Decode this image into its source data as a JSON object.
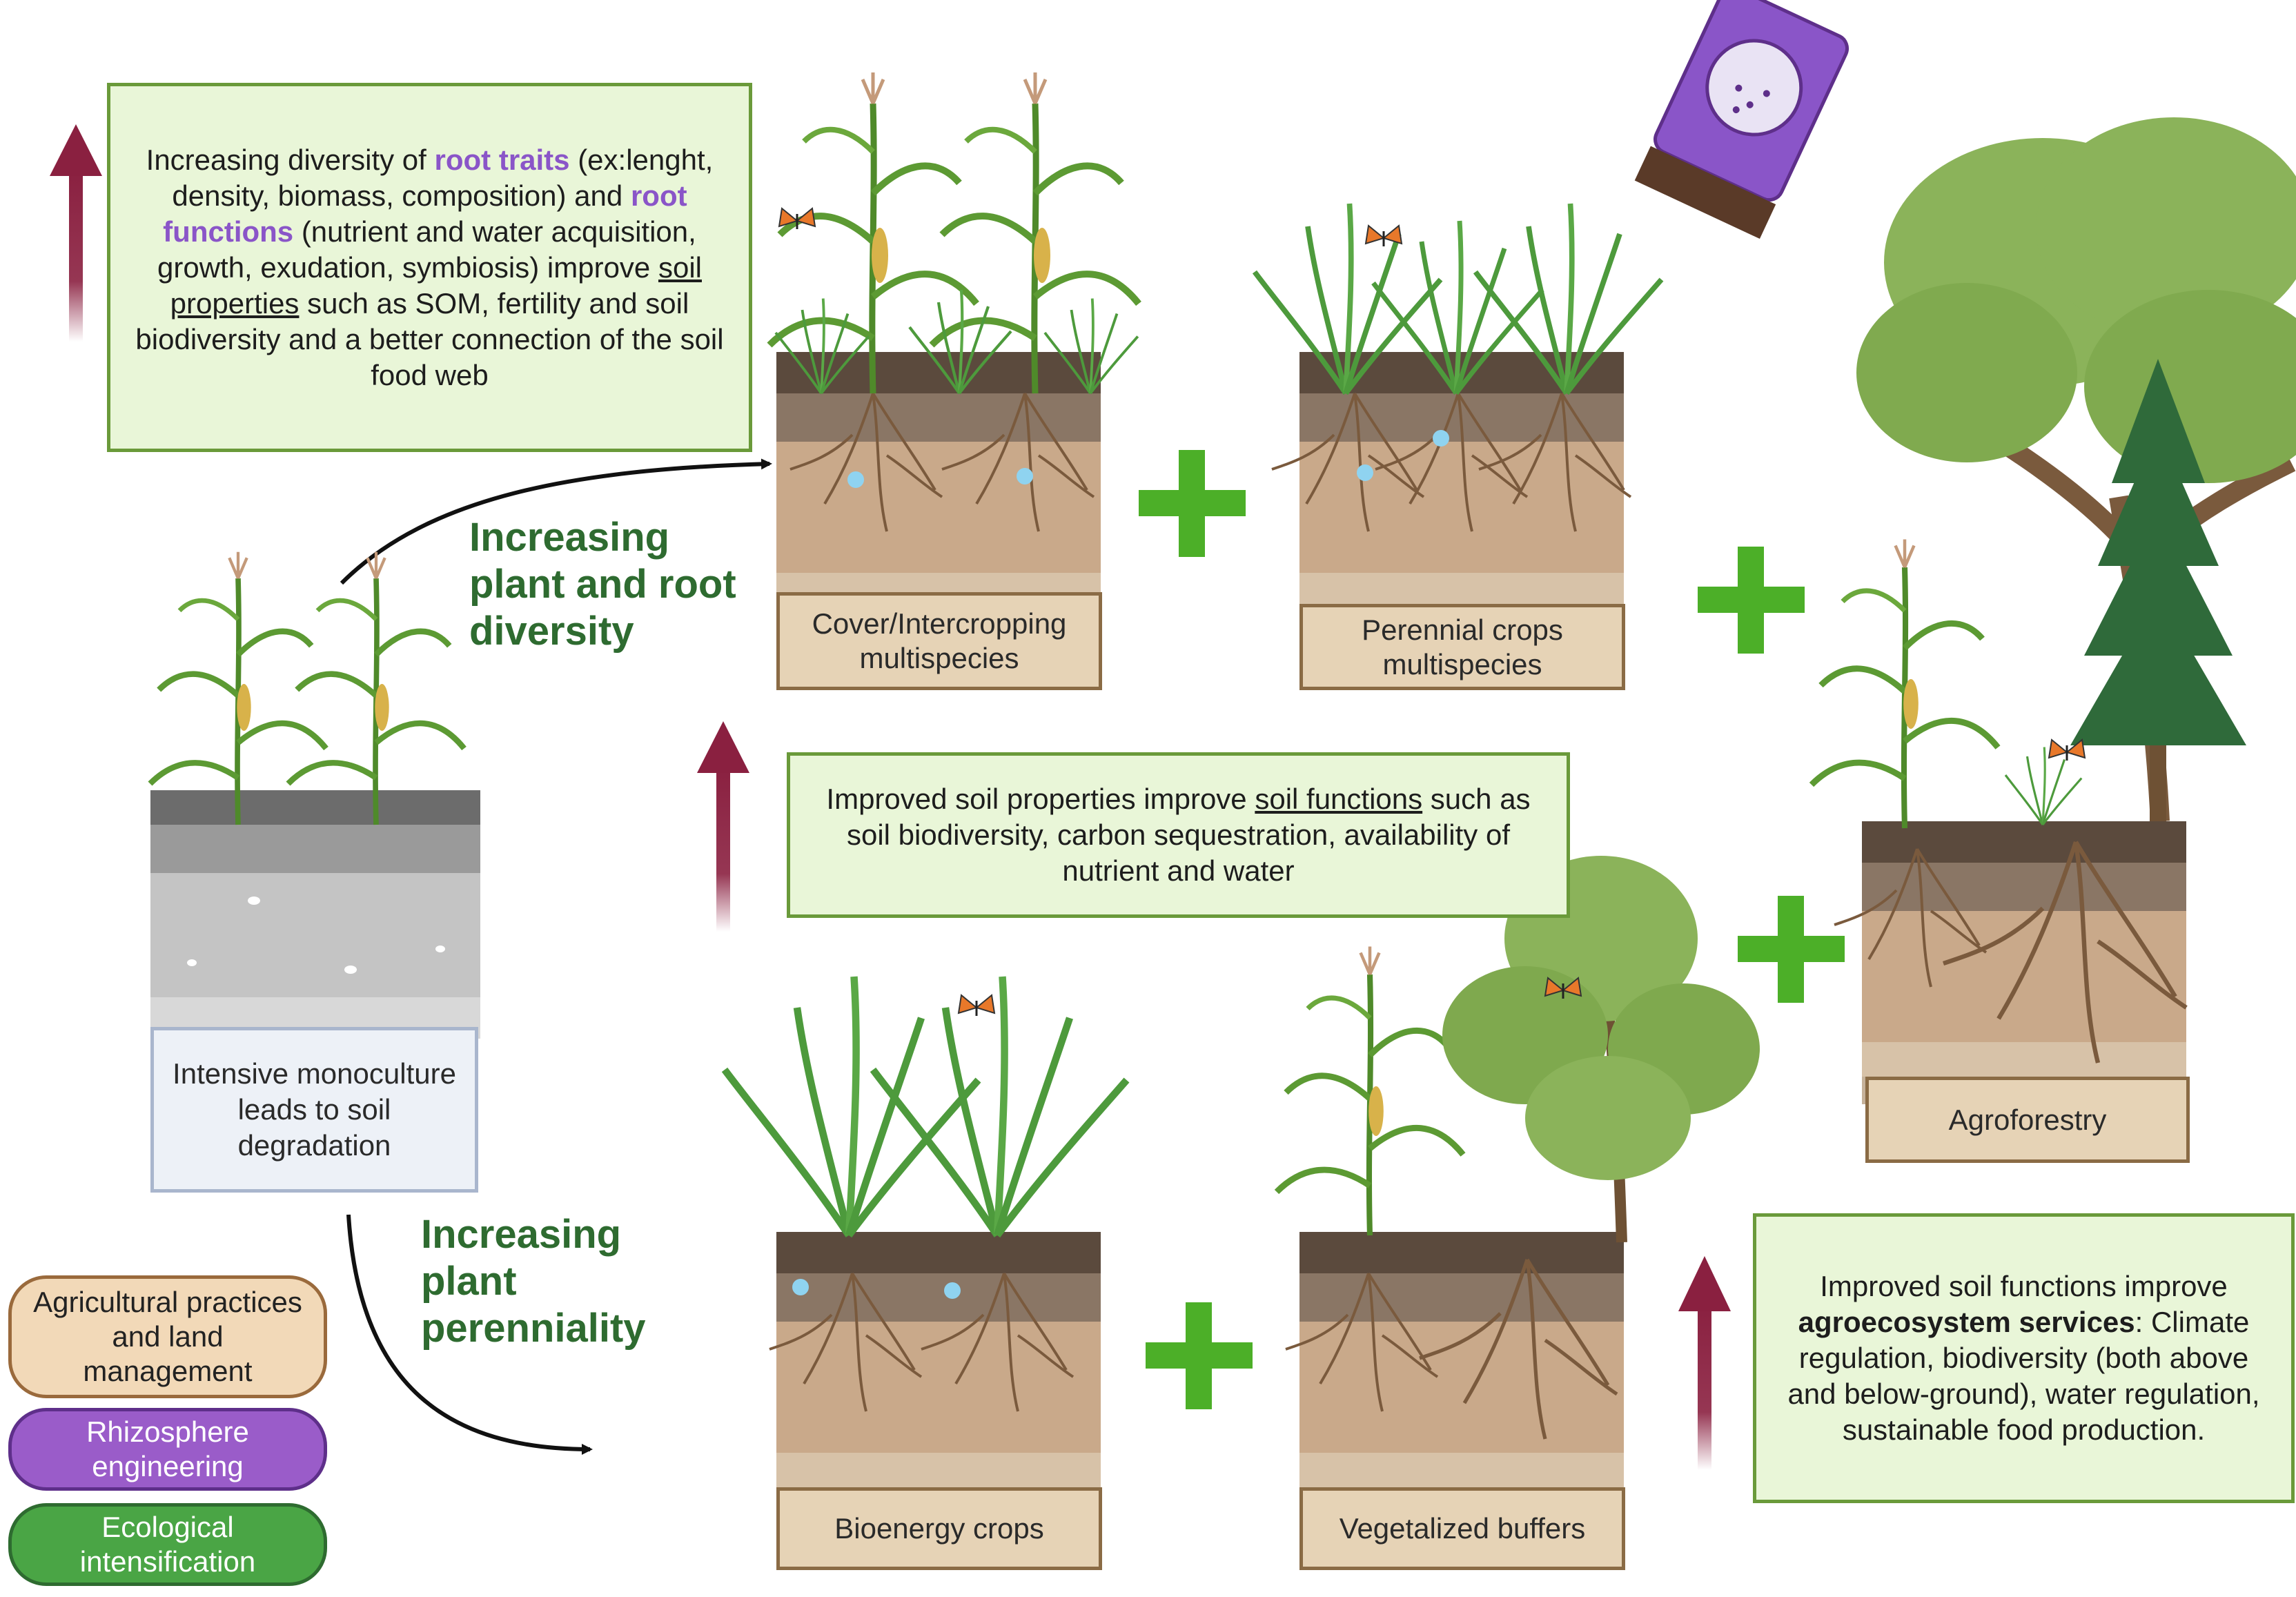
{
  "top_box": {
    "p1": "Increasing diversity of ",
    "root_traits": "root traits",
    "p2": " (ex:lenght, density, biomass, composition) and ",
    "root_functions": "root functions",
    "p3": " (nutrient and water acquisition, growth, exudation, symbiosis) improve ",
    "soil_properties": "soil properties",
    "p4": " such as SOM, fertility and soil biodiversity and a better connection of the soil food web"
  },
  "middle_box": {
    "p1": "Improved soil properties improve ",
    "soil_functions": "soil functions",
    "p2": " such as soil biodiversity, carbon sequestration, availability of nutrient and water"
  },
  "right_box": {
    "p1": "Improved soil functions improve ",
    "services": "agroecosystem services",
    "p2": ": Climate regulation, biodiversity (both above and below-ground), water regulation, sustainable food production."
  },
  "arrow_labels": {
    "plant_root_diversity": "Increasing plant and root diversity",
    "plant_perenniality": "Increasing plant perenniality"
  },
  "practices": {
    "monoculture": "Intensive monoculture leads to soil degradation",
    "cover_cropping": "Cover/Intercropping multispecies",
    "perennial": "Perennial crops multispecies",
    "agroforestry": "Agroforestry",
    "bioenergy": "Bioenergy crops",
    "buffers": "Vegetalized buffers"
  },
  "legend": [
    {
      "label": "Agricultural practices and land management",
      "fill": "#f2d9b8",
      "border": "#9a6a3c"
    },
    {
      "label": "Rhizosphere engineering",
      "fill": "#9a5cc9",
      "border": "#5e2f8a"
    },
    {
      "label": "Ecological intensification",
      "fill": "#4aa545",
      "border": "#2e6b30"
    }
  ],
  "colors": {
    "plus": "#4caf28",
    "arrow_up": "#8a2040",
    "box_fill": "#e9f6d8",
    "box_border": "#6a9a3a"
  },
  "icons": [
    "maize-plant-icon",
    "grass-icon",
    "tree-icon",
    "conifer-icon",
    "butterfly-icon",
    "inoculant-bag-icon",
    "plus-icon",
    "arrow-up-icon"
  ]
}
